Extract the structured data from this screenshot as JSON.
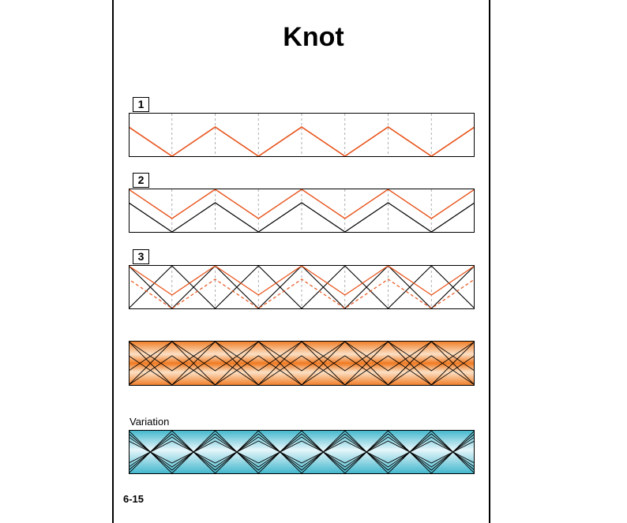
{
  "title": "Knot",
  "steps": [
    {
      "label": "1"
    },
    {
      "label": "2"
    },
    {
      "label": "3"
    }
  ],
  "variation_label": "Variation",
  "page_number": "6-15",
  "colors": {
    "orange_line": "#e8541c",
    "black_line": "#000000",
    "guide_dash": "#9a9a9a",
    "orange_fill": "#f07a22",
    "orange_light": "#fbe0c4",
    "teal_fill": "#3fb6cc",
    "teal_light": "#e6f6fa"
  }
}
